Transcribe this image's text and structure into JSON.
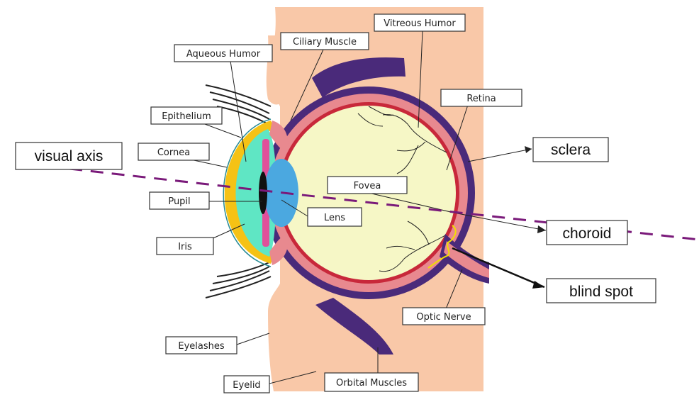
{
  "labels": {
    "vitreous_humor": "Vitreous Humor",
    "ciliary_muscle": "Ciliary Muscle",
    "aqueous_humor": "Aqueous Humor",
    "retina": "Retina",
    "epithelium": "Epithelium",
    "cornea": "Cornea",
    "fovea": "Fovea",
    "pupil": "Pupil",
    "lens": "Lens",
    "iris": "Iris",
    "optic_nerve": "Optic Nerve",
    "eyelashes": "Eyelashes",
    "eyelid": "Eyelid",
    "orbital_muscles": "Orbital Muscles"
  },
  "annotations": {
    "visual_axis": "visual axis",
    "sclera": "sclera",
    "choroid": "choroid",
    "blind_spot": "blind spot"
  },
  "colors": {
    "skin": "#f9c8a8",
    "sclera": "#4a2a7a",
    "choroid": "#e8898f",
    "retina": "#c8283a",
    "vitreous": "#f6f7c6",
    "aqueous": "#5fe6c4",
    "cornea": "#f5c215",
    "lens": "#4ba8e0",
    "visual_axis": "#7a1a7a",
    "blind_spot_outline": "#f0e000"
  }
}
